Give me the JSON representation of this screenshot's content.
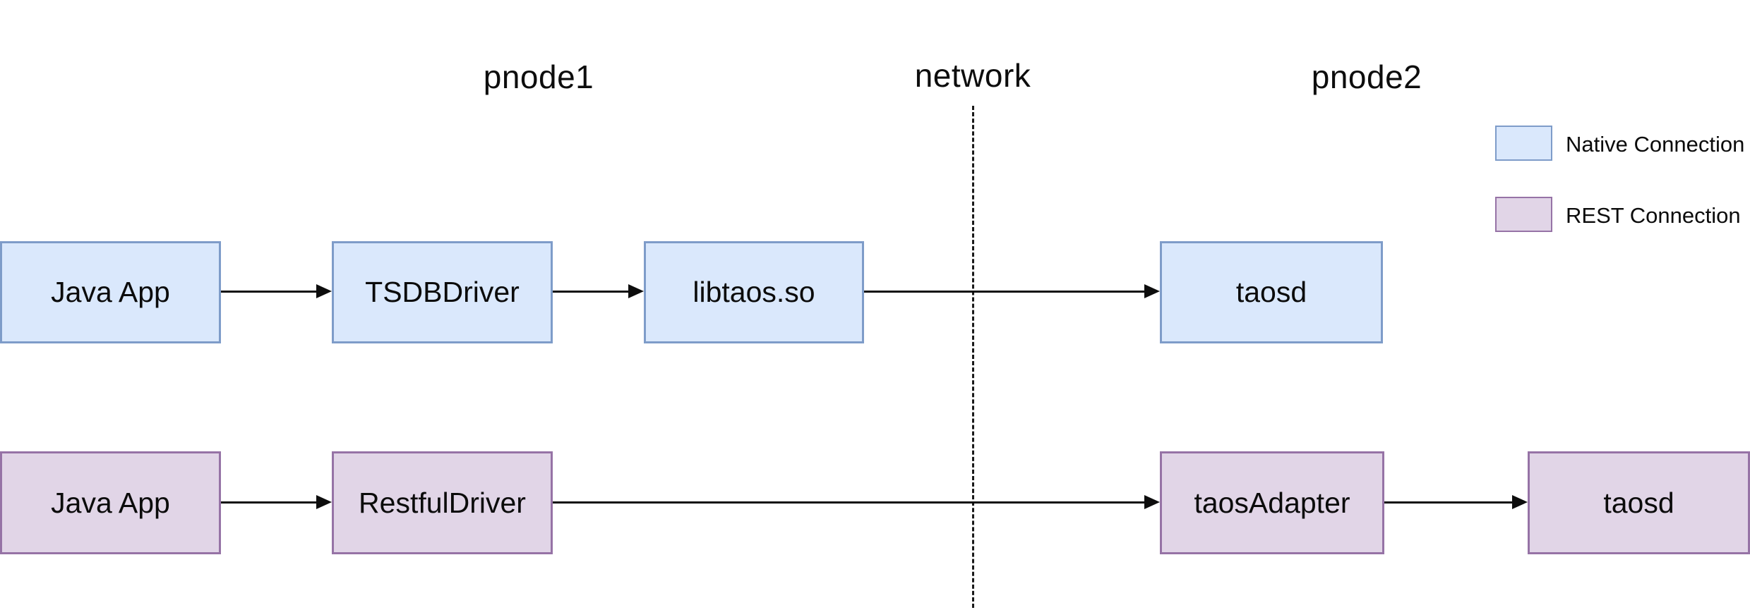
{
  "titles": {
    "pnode1": "pnode1",
    "network": "network",
    "pnode2": "pnode2"
  },
  "flows": {
    "native": {
      "name": "Native Connection",
      "fill_color": "#dae8fc",
      "border_color": "#7e9cc9",
      "nodes": [
        {
          "label": "Java App"
        },
        {
          "label": "TSDBDriver"
        },
        {
          "label": "libtaos.so"
        },
        {
          "label": "taosd"
        }
      ]
    },
    "rest": {
      "name": "REST Connection",
      "fill_color": "#e1d5e7",
      "border_color": "#9673a6",
      "nodes": [
        {
          "label": "Java App"
        },
        {
          "label": "RestfulDriver"
        },
        {
          "label": "taosAdapter"
        },
        {
          "label": "taosd"
        }
      ]
    }
  },
  "legend": {
    "items": [
      {
        "label": "Native Connection",
        "fill_color": "#dae8fc",
        "border_color": "#7e9cc9"
      },
      {
        "label": "REST Connection",
        "fill_color": "#e1d5e7",
        "border_color": "#9673a6"
      }
    ]
  },
  "divider": {
    "style": "dashed",
    "color": "#1a1a1a"
  }
}
